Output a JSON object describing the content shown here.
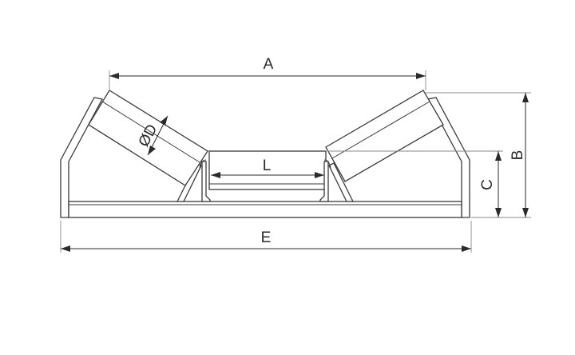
{
  "diagram": {
    "labels": {
      "width_a": "A",
      "height_b": "B",
      "height_c": "C",
      "width_e": "E",
      "length_l": "L",
      "diameter_d": "ØD"
    },
    "colors": {
      "stroke": "#3a3a3a",
      "dimension": "#2a2a2a",
      "background": "#ffffff"
    }
  }
}
